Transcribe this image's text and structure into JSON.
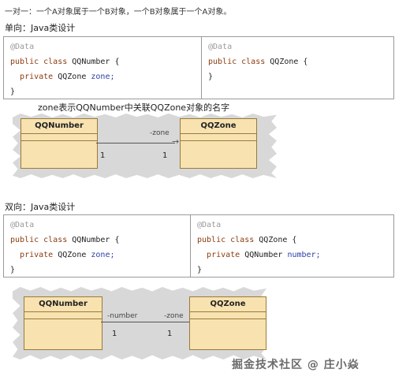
{
  "intro": "一对一：一个A对象属于一个B对象，一个B对象属于一个A对象。",
  "section1": {
    "heading": "单向：Java类设计",
    "left": {
      "annotation": "@Data",
      "kw1": "public class",
      "classname": "QQNumber {",
      "kw2": "private",
      "fieldtype": "QQZone",
      "fieldname": "zone;",
      "close": "}"
    },
    "right": {
      "annotation": "@Data",
      "kw1": "public class",
      "classname": "QQZone {",
      "close": "}"
    },
    "caption": "zone表示QQNumber中关联QQZone对象的名字",
    "diagram": {
      "left_class": "QQNumber",
      "right_class": "QQZone",
      "role_right": "-zone",
      "mult_left": "1",
      "mult_right": "1",
      "arrow": "→"
    }
  },
  "section2": {
    "heading": "双向：Java类设计",
    "left": {
      "annotation": "@Data",
      "kw1": "public class",
      "classname": "QQNumber {",
      "kw2": "private",
      "fieldtype": "QQZone",
      "fieldname": "zone;",
      "close": "}"
    },
    "right": {
      "annotation": "@Data",
      "kw1": "public class",
      "classname": "QQZone {",
      "kw2": "private",
      "fieldtype": "QQNumber",
      "fieldname": "number;",
      "close": "}"
    },
    "diagram": {
      "left_class": "QQNumber",
      "right_class": "QQZone",
      "role_left": "-number",
      "role_right": "-zone",
      "mult_left": "1",
      "mult_right": "1"
    }
  },
  "watermark": "掘金技术社区 @ 庄小焱"
}
